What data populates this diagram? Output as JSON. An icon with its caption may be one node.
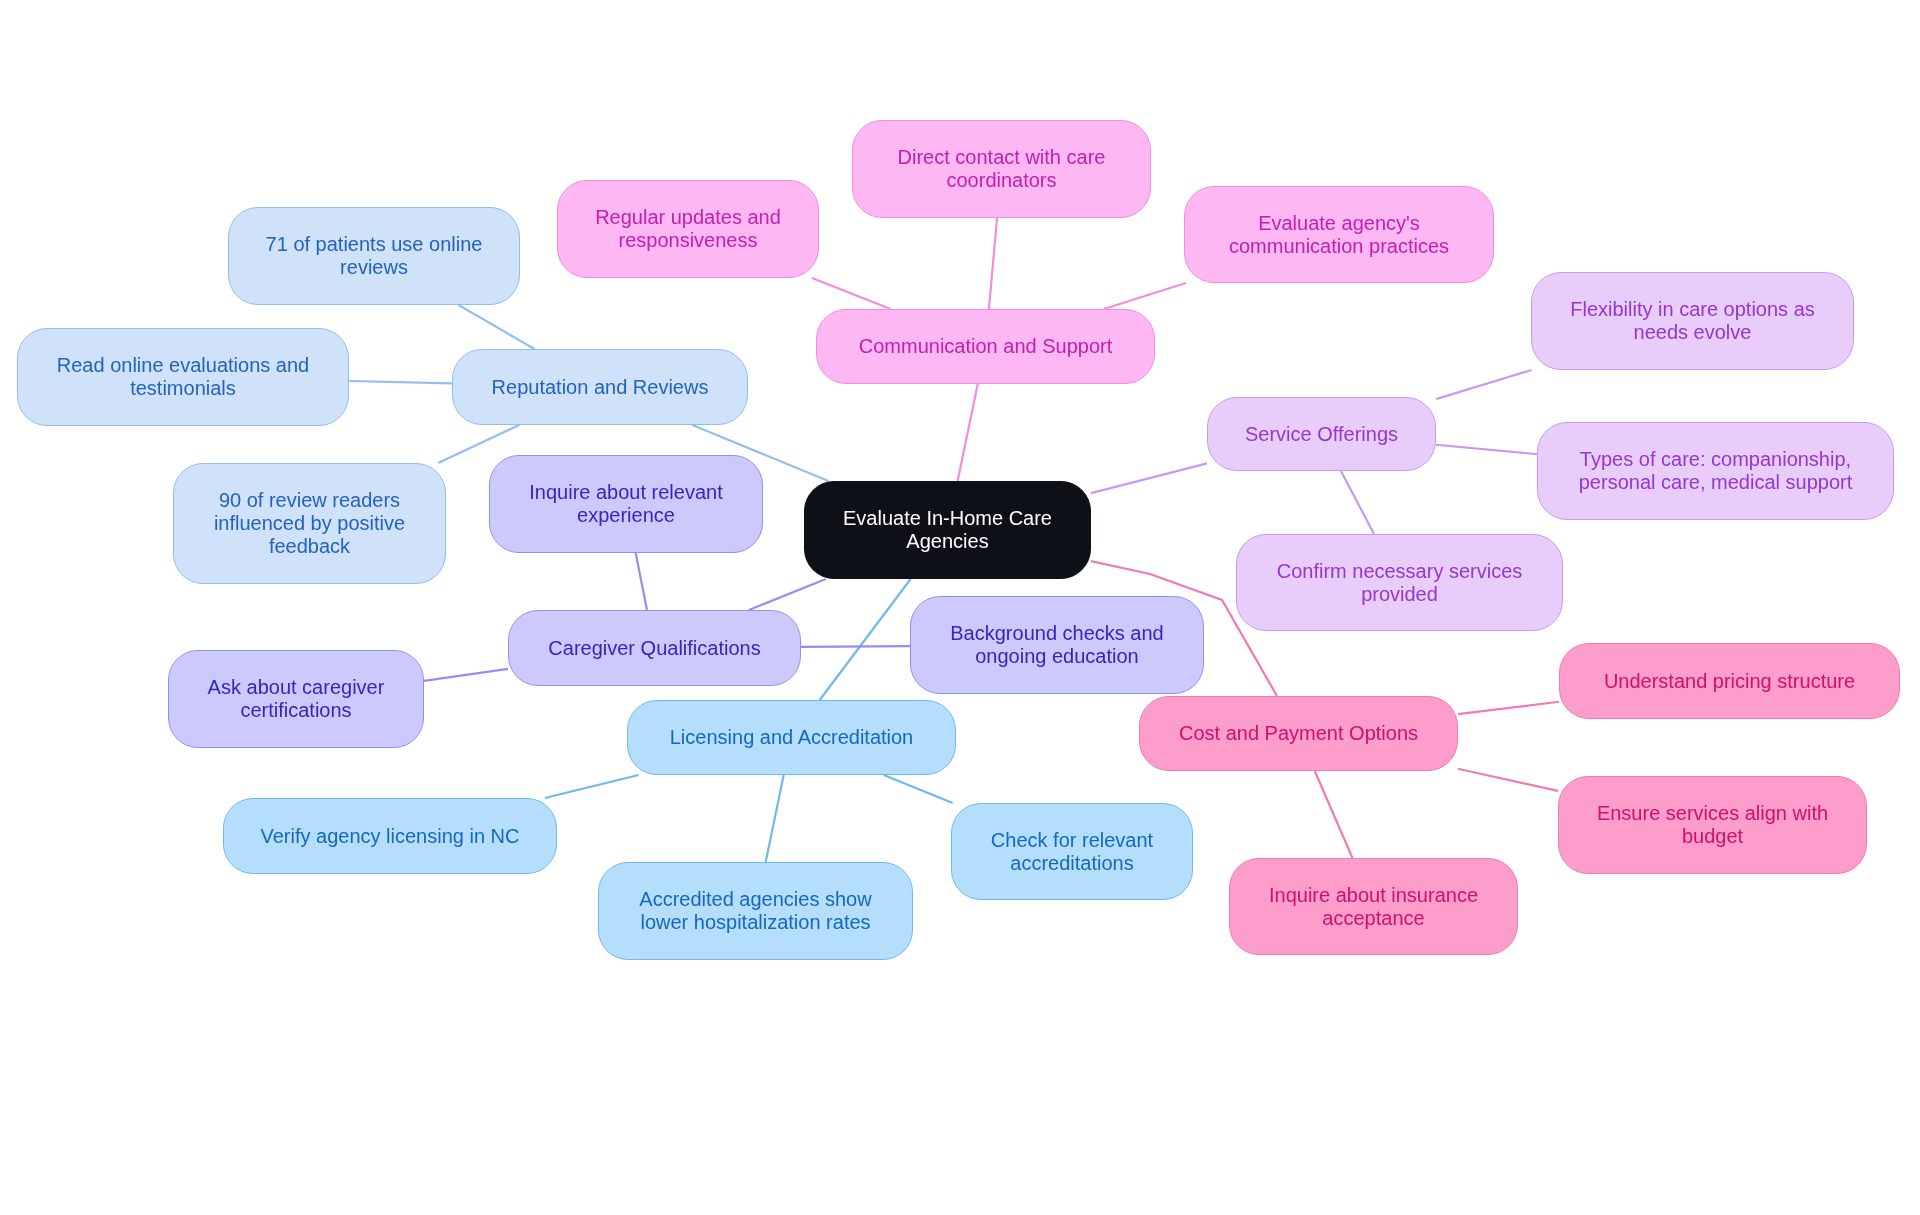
{
  "diagram": {
    "nodes": [
      {
        "text": [
          "Evaluate In-Home Care Agencies"
        ]
      },
      {
        "text": [
          "Communication and Support"
        ]
      },
      {
        "text": [
          "Regular updates and responsiveness"
        ]
      },
      {
        "text": [
          "Direct contact with care coordinators"
        ]
      },
      {
        "text": [
          "Evaluate agency's communication practices"
        ]
      },
      {
        "text": [
          "Service Offerings"
        ]
      },
      {
        "text": [
          "Flexibility in care options as needs evolve"
        ]
      },
      {
        "text": [
          "Types of care: companionship, personal care, medical support"
        ]
      },
      {
        "text": [
          "Confirm necessary services provided"
        ]
      },
      {
        "text": [
          "Cost and Payment Options"
        ]
      },
      {
        "text": [
          "Understand pricing structure"
        ]
      },
      {
        "text": [
          "Ensure services align with budget"
        ]
      },
      {
        "text": [
          "Inquire about insurance acceptance"
        ]
      },
      {
        "text": [
          "Licensing and Accreditation"
        ]
      },
      {
        "text": [
          "Verify agency licensing in NC"
        ]
      },
      {
        "text": [
          "Accredited agencies show lower hospitalization rates"
        ]
      },
      {
        "text": [
          "Check for relevant accreditations"
        ]
      },
      {
        "text": [
          "Caregiver Qualifications"
        ]
      },
      {
        "text": [
          "Inquire about relevant experience"
        ]
      },
      {
        "text": [
          "Ask about caregiver certifications"
        ]
      },
      {
        "text": [
          "Background checks and ongoing education"
        ]
      },
      {
        "text": [
          "Reputation and Reviews"
        ]
      },
      {
        "text": [
          "71 of patients use online reviews"
        ]
      },
      {
        "text": [
          "Read online evaluations and testimonials"
        ]
      },
      {
        "text": [
          "90 of review readers influenced by positive feedback"
        ]
      }
    ],
    "edges": [
      {
        "from": 0,
        "to": 1,
        "arrow": "none",
        "color": "#f08de0"
      },
      {
        "from": 1,
        "to": 2,
        "arrow": "none",
        "color": "#f08de0"
      },
      {
        "from": 1,
        "to": 3,
        "arrow": "none",
        "color": "#f08de0"
      },
      {
        "from": 1,
        "to": 4,
        "arrow": "none",
        "color": "#f08de0"
      },
      {
        "from": 0,
        "to": 5,
        "arrow": "none",
        "color": "#c79af0"
      },
      {
        "from": 5,
        "to": 6,
        "arrow": "none",
        "color": "#c79af0"
      },
      {
        "from": 5,
        "to": 7,
        "arrow": "none",
        "color": "#c79af0"
      },
      {
        "from": 5,
        "to": 8,
        "arrow": "none",
        "color": "#c79af0"
      },
      {
        "from": 0,
        "to": 9,
        "arrow": "none",
        "color": "#f07ab4"
      },
      {
        "from": 9,
        "to": 10,
        "arrow": "none",
        "color": "#f07ab4"
      },
      {
        "from": 9,
        "to": 11,
        "arrow": "none",
        "color": "#f07ab4"
      },
      {
        "from": 9,
        "to": 12,
        "arrow": "none",
        "color": "#f07ab4"
      },
      {
        "from": 0,
        "to": 13,
        "arrow": "none",
        "color": "#72b8ec"
      },
      {
        "from": 13,
        "to": 14,
        "arrow": "none",
        "color": "#72b8ec"
      },
      {
        "from": 13,
        "to": 15,
        "arrow": "none",
        "color": "#72b8ec"
      },
      {
        "from": 13,
        "to": 16,
        "arrow": "none",
        "color": "#72b8ec"
      },
      {
        "from": 0,
        "to": 17,
        "arrow": "none",
        "color": "#958df0"
      },
      {
        "from": 17,
        "to": 18,
        "arrow": "none",
        "color": "#958df0"
      },
      {
        "from": 17,
        "to": 19,
        "arrow": "none",
        "color": "#958df0"
      },
      {
        "from": 17,
        "to": 20,
        "arrow": "none",
        "color": "#958df0"
      },
      {
        "from": 0,
        "to": 21,
        "arrow": "none",
        "color": "#93bdf0"
      },
      {
        "from": 21,
        "to": 22,
        "arrow": "none",
        "color": "#93bdf0"
      },
      {
        "from": 21,
        "to": 23,
        "arrow": "none",
        "color": "#93bdf0"
      },
      {
        "from": 21,
        "to": 24,
        "arrow": "none",
        "color": "#93bdf0"
      }
    ]
  }
}
